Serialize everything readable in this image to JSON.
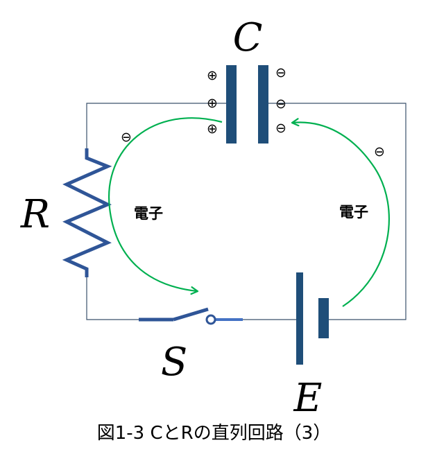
{
  "labels": {
    "capacitor": "C",
    "resistor": "R",
    "switch": "S",
    "battery": "E"
  },
  "charges": {
    "capacitor_left": [
      "⊕",
      "⊕",
      "⊕"
    ],
    "capacitor_right": [
      "⊖",
      "⊖",
      "⊖"
    ],
    "electron_left": "⊖",
    "electron_right": "⊖"
  },
  "electron_labels": {
    "left": "電子",
    "right": "電子"
  },
  "caption": "図1-3 CとRの直列回路（3）",
  "colors": {
    "wire": "#3a506b",
    "component": "#1f4e79",
    "resistor": "#2f5597",
    "switch_blade": "#2f5597",
    "switch_right": "#4472c4",
    "arrow": "#00b050"
  }
}
